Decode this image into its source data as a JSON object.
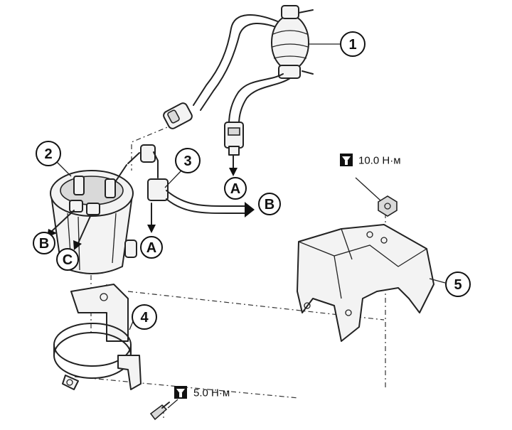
{
  "callouts": {
    "part1": "1",
    "part2": "2",
    "part3": "3",
    "part4": "4",
    "part5": "5",
    "conn_a_upper": "A",
    "conn_a_lower": "A",
    "conn_b_right": "B",
    "conn_b_left": "B",
    "conn_c": "C"
  },
  "torque": {
    "upper": "10.0 Н·м",
    "lower": "5.0 Н·м"
  },
  "icons": {
    "torque_icon": "torque-wrench-icon"
  }
}
